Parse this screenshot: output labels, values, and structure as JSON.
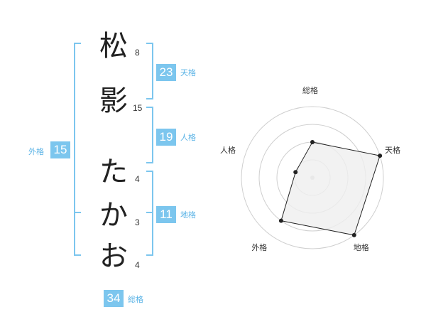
{
  "name_chars": [
    {
      "char": "松",
      "strokes": "8"
    },
    {
      "char": "影",
      "strokes": "15"
    },
    {
      "char": "た",
      "strokes": "4"
    },
    {
      "char": "か",
      "strokes": "3"
    },
    {
      "char": "お",
      "strokes": "4"
    }
  ],
  "scores": {
    "tenkaku": {
      "value": "23",
      "label": "天格"
    },
    "jinkaku": {
      "value": "19",
      "label": "人格"
    },
    "chikaku": {
      "value": "11",
      "label": "地格"
    },
    "gaikaku": {
      "value": "15",
      "label": "外格"
    },
    "soukaku": {
      "value": "34",
      "label": "総格"
    }
  },
  "colors": {
    "accent": "#7cc6ee",
    "accent_text": "#5ab3e6",
    "radar_fill": "#efefef",
    "radar_line": "#222222"
  },
  "chart_data": {
    "type": "radar",
    "axes": [
      "総格",
      "天格",
      "地格",
      "外格",
      "人格"
    ],
    "levels": 4,
    "rmax": 4,
    "values": [
      2,
      4,
      4,
      3,
      1
    ]
  }
}
